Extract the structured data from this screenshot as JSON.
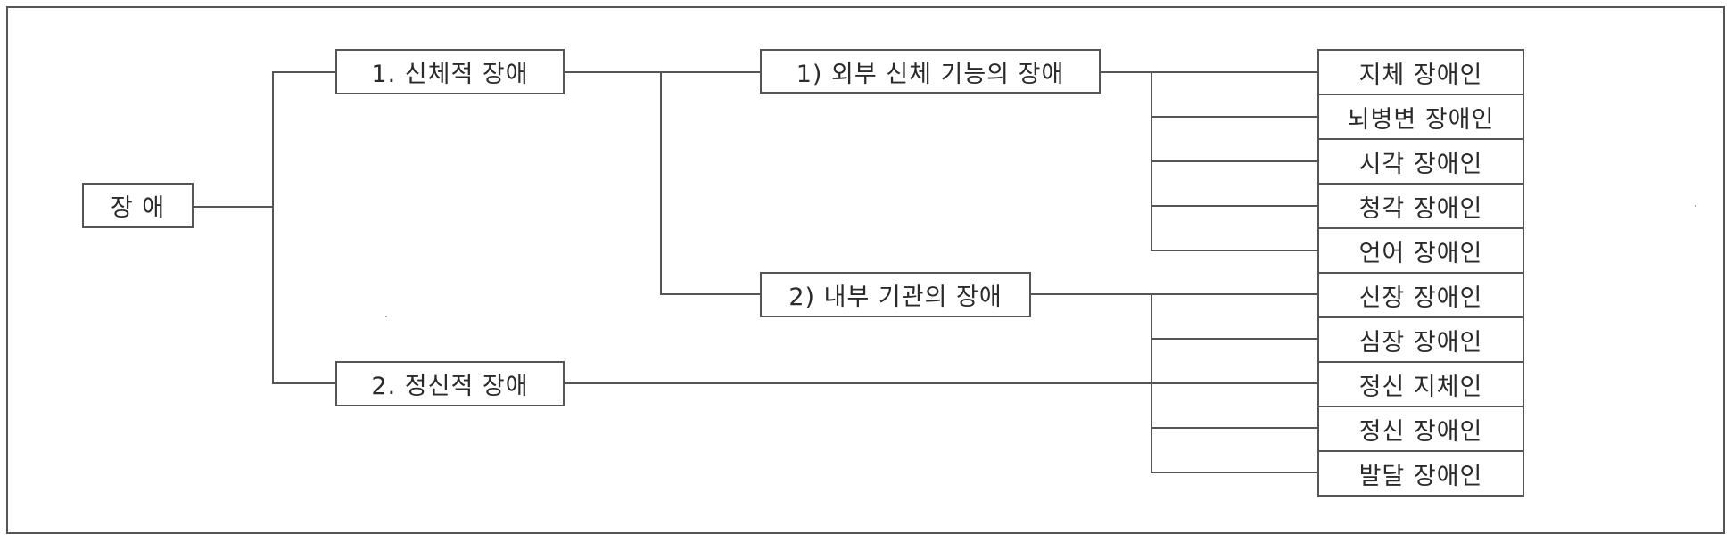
{
  "diagram": {
    "type": "tree",
    "root": {
      "label": "장 애"
    },
    "level1": [
      {
        "label": "1. 신체적 장애"
      },
      {
        "label": "2. 정신적 장애"
      }
    ],
    "level2": [
      {
        "label": "1) 외부 신체 기능의 장애",
        "parent": "1. 신체적 장애"
      },
      {
        "label": "2) 내부 기관의 장애",
        "parent": "1. 신체적 장애"
      }
    ],
    "leaves": [
      {
        "label": "지체 장애인",
        "parent": "1) 외부 신체 기능의 장애"
      },
      {
        "label": "뇌병변 장애인",
        "parent": "1) 외부 신체 기능의 장애"
      },
      {
        "label": "시각 장애인",
        "parent": "1) 외부 신체 기능의 장애"
      },
      {
        "label": "청각 장애인",
        "parent": "1) 외부 신체 기능의 장애"
      },
      {
        "label": "언어 장애인",
        "parent": "1) 외부 신체 기능의 장애"
      },
      {
        "label": "신장 장애인",
        "parent": "2) 내부 기관의 장애"
      },
      {
        "label": "심장 장애인",
        "parent": "2) 내부 기관의 장애"
      },
      {
        "label": "정신 지체인",
        "parent": "2. 정신적 장애"
      },
      {
        "label": "정신 장애인",
        "parent": "2) 내부 기관의 장애"
      },
      {
        "label": "발달 장애인",
        "parent": "2) 내부 기관의 장애"
      }
    ],
    "colors": {
      "line": "#555555",
      "text": "#2a2a2a",
      "background": "#ffffff"
    }
  }
}
